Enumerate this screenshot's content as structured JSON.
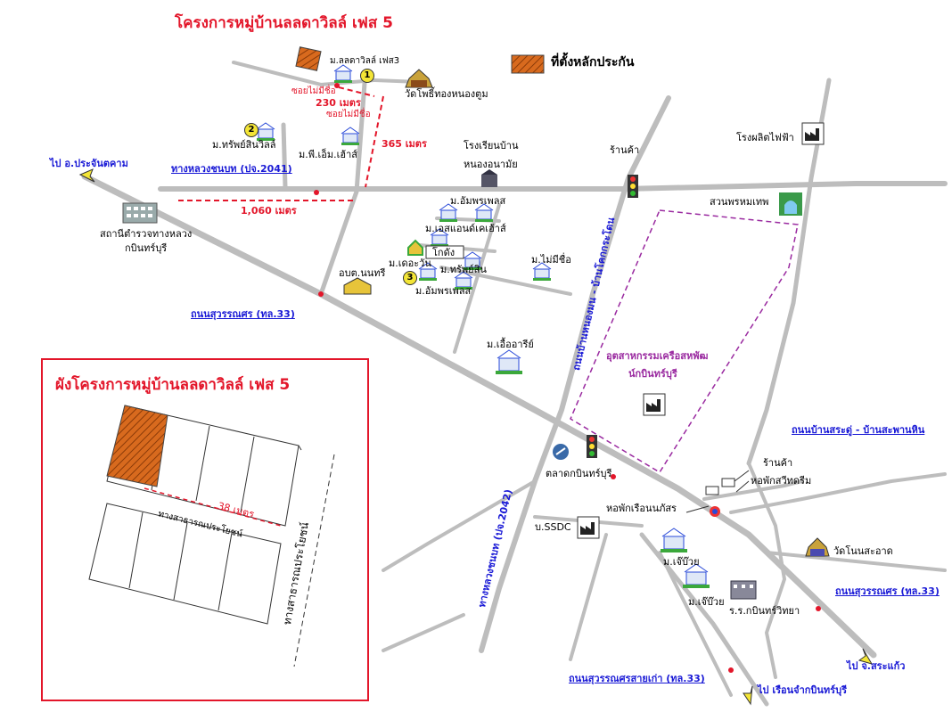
{
  "title": "โครงการหมู่บ้านลลดาวิลล์ เฟส 5",
  "legend": {
    "label": "ที่ตั้งหลักประกัน",
    "swatch_color": "#e07a2a"
  },
  "inset": {
    "title": "ผังโครงการหมู่บ้านลลดาวิลล์ เฟส 5",
    "distance": "38 เมตร",
    "road_label": "ทางสาธารณประโยชน์",
    "side_road_label": "ทางสาธารณประโยชน์"
  },
  "markers": [
    {
      "id": "1",
      "label": "ม.ลลดาวิลล์ เฟส3"
    },
    {
      "id": "2",
      "label": "ม.ทรัพย์สินวิลล์"
    },
    {
      "id": "3",
      "label": "ม.ทรัพย์สิน"
    }
  ],
  "distances": {
    "d230": "230 เมตร",
    "d365": "365 เมตร",
    "d1060": "1,060 เมตร"
  },
  "places": {
    "soi1": "ซอยไม่มีชื่อ",
    "soi2": "ซอยไม่มีชื่อ",
    "temple_pho": "วัดโพธิ์ทองหนองตูม",
    "pm_house": "ม.พี.เอ็ม.เฮ้าส์",
    "school1": "โรงเรียนบ้าน",
    "school2": "หนองอนามัย",
    "shop1": "ร้านค้า",
    "power": "โรงผลิตไฟฟ้า",
    "park": "สวนพรหมเทพ",
    "police1": "สถานีตำรวจทางหลวง",
    "police2": "กบินทร์บุรี",
    "ampon1": "ม.อัมพรเพลส",
    "sh": "ม.เอสแอนด์เคเฮ้าส์",
    "thedewan": "ม.เดอะวัน",
    "godown": "โกดัง",
    "noname": "ม.ไม่มีชื่อ",
    "ampon2": "ม.อัมพรเพลส",
    "obt": "อบต.นนทรี",
    "euaaree": "ม.เอื้ออารีย์",
    "industry1": "อุตสาหกรรมเครือสหพัฒ",
    "industry2": "น์กบินทร์บุรี",
    "market": "ตลาดกบินทร์บุรี",
    "shop2": "ร้านค้า",
    "dorm1": "หอพักสวีทดรีม",
    "dorm2": "หอพักเรือนนภัสร",
    "ssdc": "บ.SSDC",
    "temple_non": "วัดโนนสะอาด",
    "jaewuay1": "ม.เจ๊บ๊วย",
    "jaewuay2": "ม.เจ๊บ๊วย",
    "school3": "ร.ร.กบินทร์วิทยา"
  },
  "roads": {
    "to_prachantakham": "ไป อ.ประจันตคาม",
    "rural_2041": "ทางหลวงชนบท (ปจ.2041)",
    "suwannason1": "ถนนสุวรรณศร (ทล.33)",
    "nongmon": "ถนนบ้านหนองมน - บ้านโคกกระโดน",
    "sasadu": "ถนนบ้านสระดู่ - บ้านสะพานหิน",
    "rural_2042": "ทางหลวงชนบท (ปจ.2042)",
    "suwannason2": "ถนนสุวรรณศร (ทล.33)",
    "to_sakaeo": "ไป จ.สระแก้ว",
    "suwannason_old": "ถนนสุวรรณศรสายเก่า (ทล.33)",
    "to_prison": "ไป เรือนจำกบินทร์บุรี"
  },
  "colors": {
    "road": "#bdbdbd",
    "red": "#e3162a",
    "blue": "#1a1ad6",
    "purple": "#9a2aa0",
    "hatch": "#d86a1e"
  }
}
